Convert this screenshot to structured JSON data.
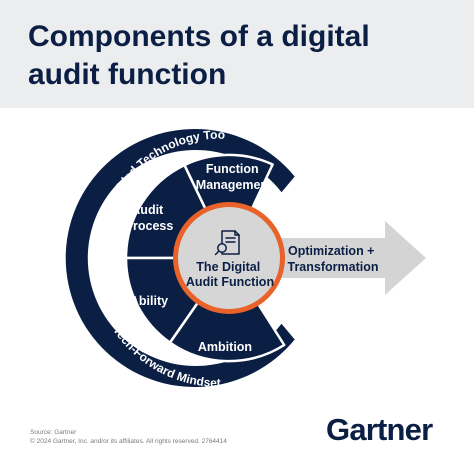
{
  "header": {
    "title_line1": "Components of a digital",
    "title_line2": "audit function"
  },
  "diagram": {
    "outer_ring_top": "Embedded Technology Tools",
    "outer_ring_bottom": "Tech-Forward Mindset",
    "segments": {
      "function_management": [
        "Function",
        "Management"
      ],
      "audit_process": [
        "Audit",
        "Process"
      ],
      "ability": "Ability",
      "ambition": "Ambition"
    },
    "core": {
      "line1": "The Digital",
      "line2": "Audit Function",
      "icon": "document-search-icon"
    },
    "arrow": {
      "line1": "Optimization +",
      "line2": "Transformation"
    }
  },
  "footer": {
    "source": "Source: Gartner",
    "copyright": "© 2024 Gartner, Inc. and/or its affiliates. All rights reserved. 2764414"
  },
  "logo": {
    "text": "Gartner"
  },
  "colors": {
    "navy": "#0b1f45",
    "orange": "#e8622a",
    "arrow_gray": "#d4d4d4",
    "header_bg": "#ebedef"
  }
}
